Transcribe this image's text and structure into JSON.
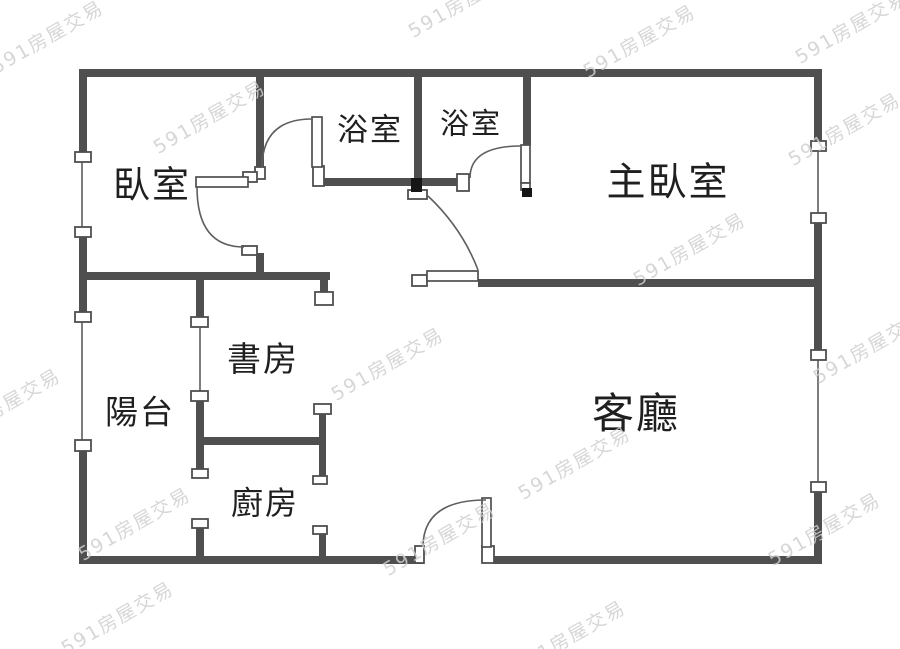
{
  "watermark": {
    "text": "591房屋交易"
  },
  "rooms": [
    {
      "id": "bedroom",
      "label": "臥室"
    },
    {
      "id": "bath-1",
      "label": "浴室"
    },
    {
      "id": "bath-2",
      "label": "浴室"
    },
    {
      "id": "master-bedroom",
      "label": "主臥室"
    },
    {
      "id": "study",
      "label": "書房"
    },
    {
      "id": "balcony",
      "label": "陽台"
    },
    {
      "id": "kitchen",
      "label": "廚房"
    },
    {
      "id": "living-room",
      "label": "客廳"
    }
  ],
  "colors": {
    "wall": "#4f4f4f",
    "label": "#1f1f1f",
    "watermark": "#d0d0d0",
    "background": "#ffffff",
    "door_cap": "#161616"
  }
}
